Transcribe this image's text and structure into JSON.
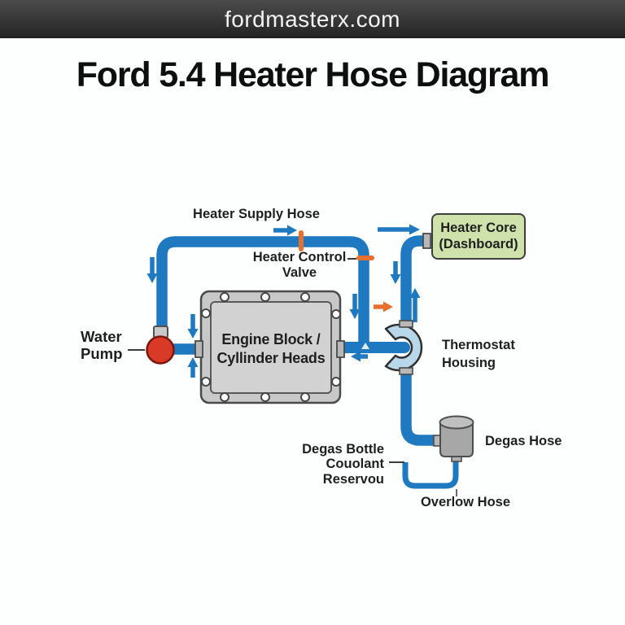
{
  "header": {
    "site": "fordmasterx.com"
  },
  "title": "Ford 5.4 Heater Hose Diagram",
  "diagram": {
    "labels": {
      "heater_supply_hose": "Heater Supply Hose",
      "heater_control_valve": "Heater Control\nValve",
      "water_pump": "Water\nPump",
      "engine_block": "Engine Block /\nCyllinder Heads",
      "heater_core": "Heater Core\n(Dashboard)",
      "thermostat_housing": "Thermostat\nHousing",
      "degas_bottle": "Degas Bottle\nCouolant\nReservou",
      "degas_hose": "Degas Hose",
      "overflow_hose": "Overlow Hose"
    },
    "colors": {
      "pipe_blue": "#1e79c0",
      "valve_orange": "#e8702e",
      "pump_red": "#d93a28",
      "heater_core_green": "#cfe2ab",
      "thermostat_light_blue": "#b9d7ea",
      "metal_gray": "#c8c8c8",
      "topbar_dark": "#2e2e2e"
    }
  }
}
